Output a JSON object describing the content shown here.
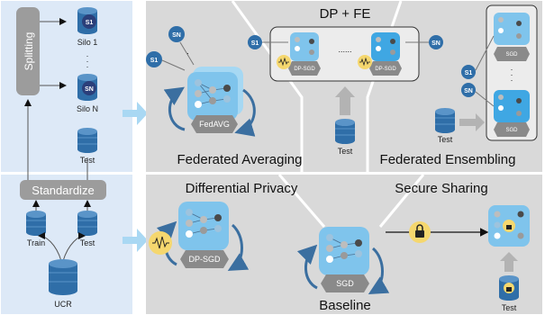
{
  "left_panel": {
    "splitting_label": "Splitting",
    "silo1_label": "Silo 1",
    "silo1_tag": "S1",
    "siloN_label": "Silo N",
    "siloN_tag": "SN",
    "test_label": "Test",
    "standardize_label": "Standardize",
    "train_label": "Train",
    "test2_label": "Test",
    "ucr_label": "UCR",
    "ellipsis": "·\n·\n·"
  },
  "fedavg": {
    "title": "Federated Averaging",
    "model_label": "FedAVG",
    "node_sn": "SN",
    "node_s1": "S1"
  },
  "dpfe": {
    "title": "DP + FE",
    "node_s1": "S1",
    "node_sn": "SN",
    "model1_label": "DP-SGD",
    "model2_label": "DP-SGD",
    "dots": "......",
    "test_label": "Test"
  },
  "fe": {
    "title": "Federated Ensembling",
    "model1_label": "SGD",
    "model2_label": "SGD",
    "node_s1": "S1",
    "node_sn": "SN",
    "test_label": "Test"
  },
  "dp": {
    "title": "Differential Privacy",
    "model_label": "DP-SGD"
  },
  "baseline": {
    "title": "Baseline",
    "model_label": "SGD"
  },
  "secure": {
    "title": "Secure Sharing",
    "test_label": "Test"
  },
  "colors": {
    "panel_bg": "#d9d9d9",
    "left_bg": "#dde9f7",
    "model_blue": "#7fc4ec",
    "db_blue": "#2f6ea8",
    "gray_hex": "#8a8a8a",
    "noise_yellow": "#f5d76e"
  }
}
